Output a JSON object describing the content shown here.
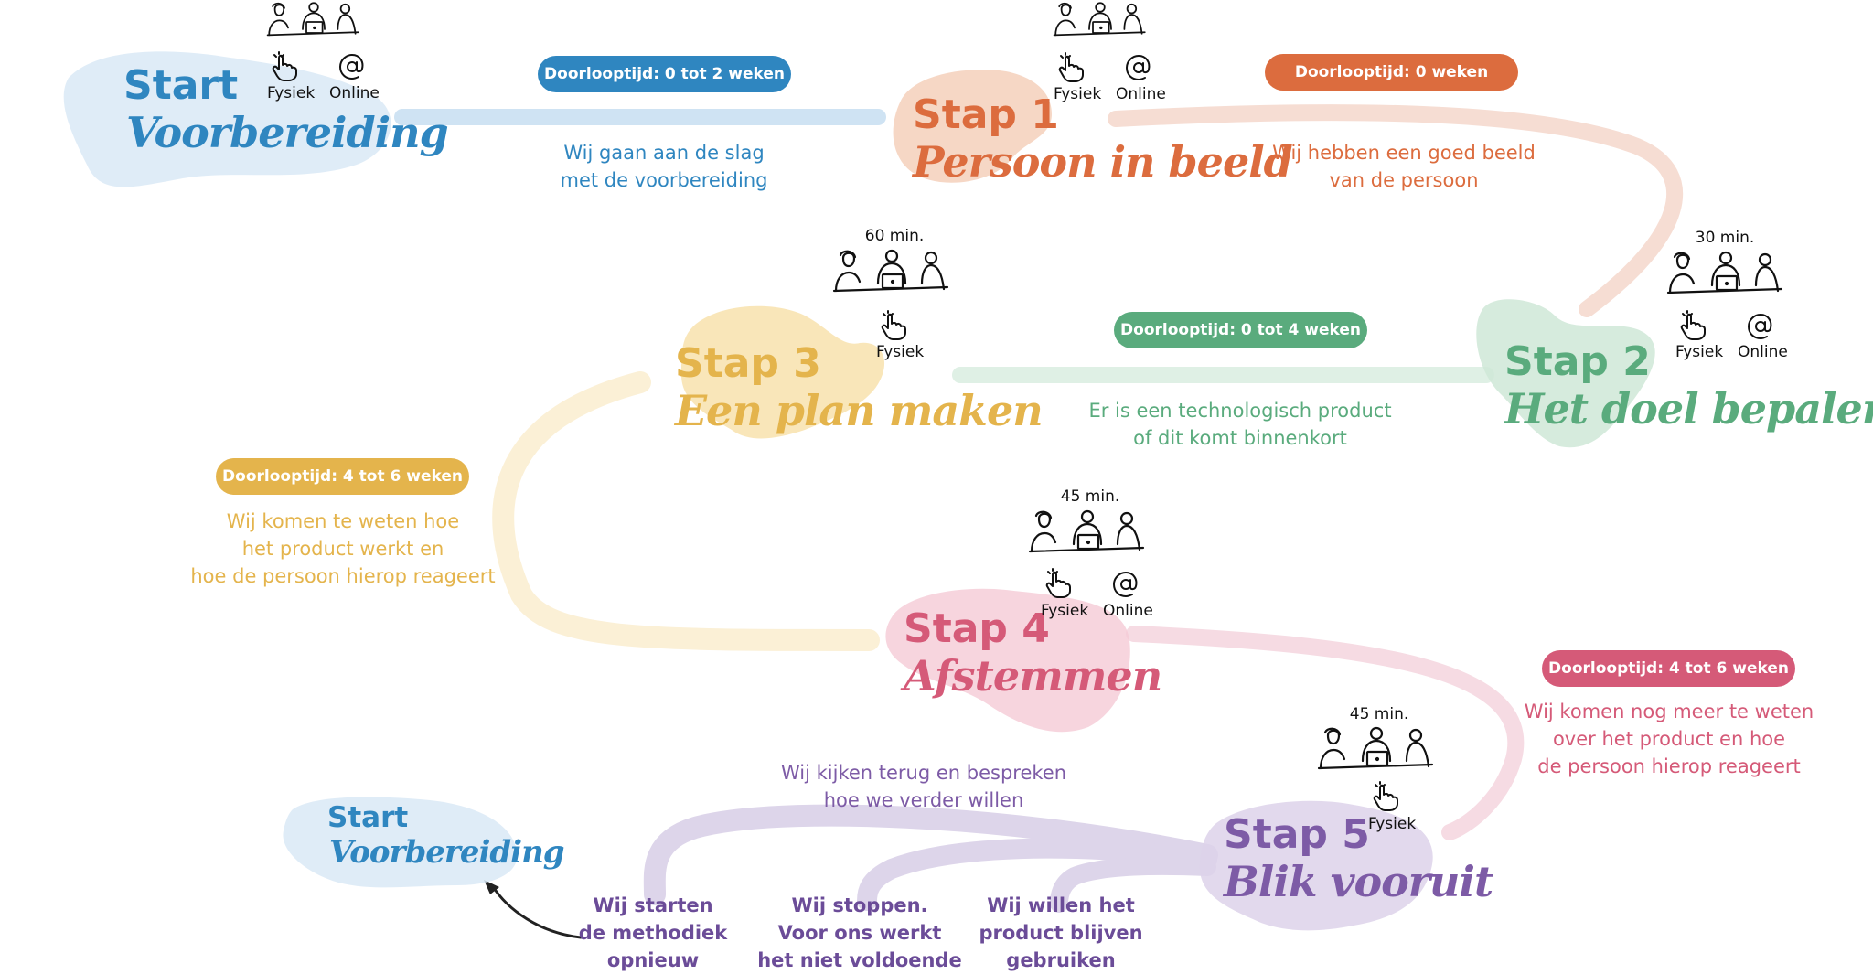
{
  "colors": {
    "start": "#2f86c0",
    "stap1": "#dc6c3e",
    "stap2": "#5aab7d",
    "stap3": "#e4b44c",
    "stap4": "#d55a78",
    "stap5": "#7d5ba6"
  },
  "icons": [
    "people-at-table-icon",
    "hand-touch-icon",
    "at-sign-icon",
    "arrow-icon"
  ],
  "mode_labels": {
    "physical": "Fysiek",
    "online": "Online"
  },
  "start": {
    "label": "Start",
    "title": "Voorbereiding"
  },
  "stap1": {
    "label": "Stap 1",
    "title": "Persoon in beeld"
  },
  "stap2": {
    "label": "Stap 2",
    "title": "Het doel bepalen",
    "duration": "30 min."
  },
  "stap3": {
    "label": "Stap 3",
    "title": "Een plan maken",
    "duration": "60 min."
  },
  "stap4": {
    "label": "Stap 4",
    "title": "Afstemmen",
    "duration": "45 min."
  },
  "stap5": {
    "label": "Stap 5",
    "title": "Blik vooruit",
    "duration": "45 min."
  },
  "restart": {
    "label": "Start",
    "title": "Voorbereiding"
  },
  "transitions": {
    "t0": {
      "pill": "Doorlooptijd: 0 tot 2 weken",
      "text": [
        "Wij gaan aan de slag",
        "met de voorbereiding"
      ]
    },
    "t1": {
      "pill": "Doorlooptijd: 0 weken",
      "text": [
        "Wij hebben een goed beeld",
        "van de persoon"
      ]
    },
    "t2": {
      "pill": "Doorlooptijd: 0 tot 4 weken",
      "text": [
        "Er is een technologisch product",
        "of dit komt binnenkort"
      ]
    },
    "t3": {
      "pill": "Doorlooptijd: 4 tot 6 weken",
      "text": [
        "Wij komen te weten hoe",
        "het  product werkt en",
        "hoe de persoon hierop reageert"
      ]
    },
    "t4": {
      "pill": "Doorlooptijd: 4 tot 6 weken",
      "text": [
        "Wij komen nog meer te weten",
        "over het product en hoe",
        "de persoon hierop reageert"
      ]
    },
    "t5": {
      "text": [
        "Wij kijken terug en bespreken",
        "hoe we verder willen"
      ]
    }
  },
  "outcomes": [
    [
      "Wij starten",
      "de methodiek",
      "opnieuw"
    ],
    [
      "Wij stoppen.",
      "Voor ons werkt",
      "het niet voldoende"
    ],
    [
      "Wij willen het",
      "product blijven",
      "gebruiken"
    ]
  ]
}
